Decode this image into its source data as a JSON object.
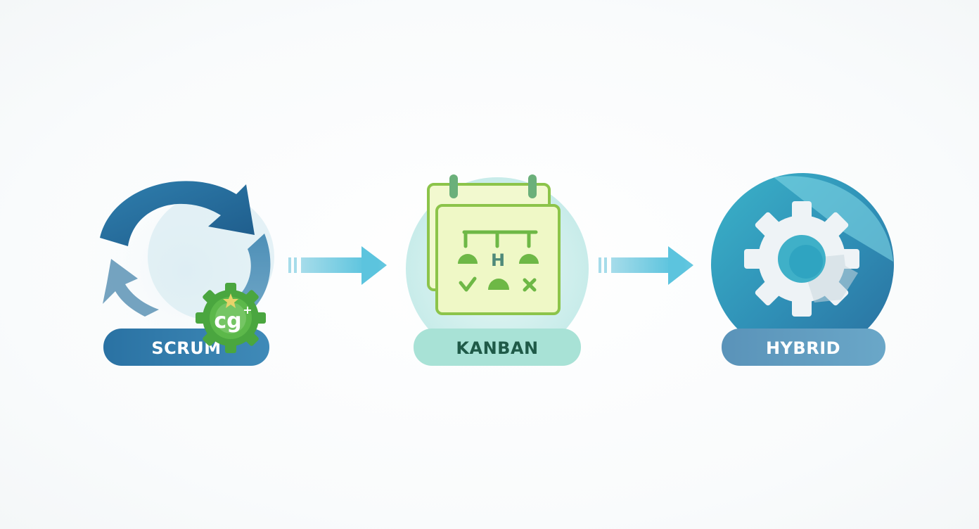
{
  "stages": [
    {
      "id": "scrum",
      "label": "SCRUM",
      "badge_text": "cg",
      "badge_sup": "+",
      "icon": "cycle-arrows-icon"
    },
    {
      "id": "kanban",
      "label": "KANBAN",
      "board_letter": "H",
      "icon": "kanban-board-icon"
    },
    {
      "id": "hybrid",
      "label": "HYBRID",
      "icon": "gear-icon"
    }
  ],
  "colors": {
    "scrum_arrow": "#2f6f9c",
    "scrum_label": "#2f7aa8",
    "kanban_green": "#7cbf3f",
    "kanban_fill": "#f0f8c8",
    "kanban_label": "#a8e2d6",
    "kanban_text": "#1f5a48",
    "hybrid_circle": "#3fb0c8",
    "hybrid_label": "#4f92b6",
    "connector": "#6fcde3"
  }
}
